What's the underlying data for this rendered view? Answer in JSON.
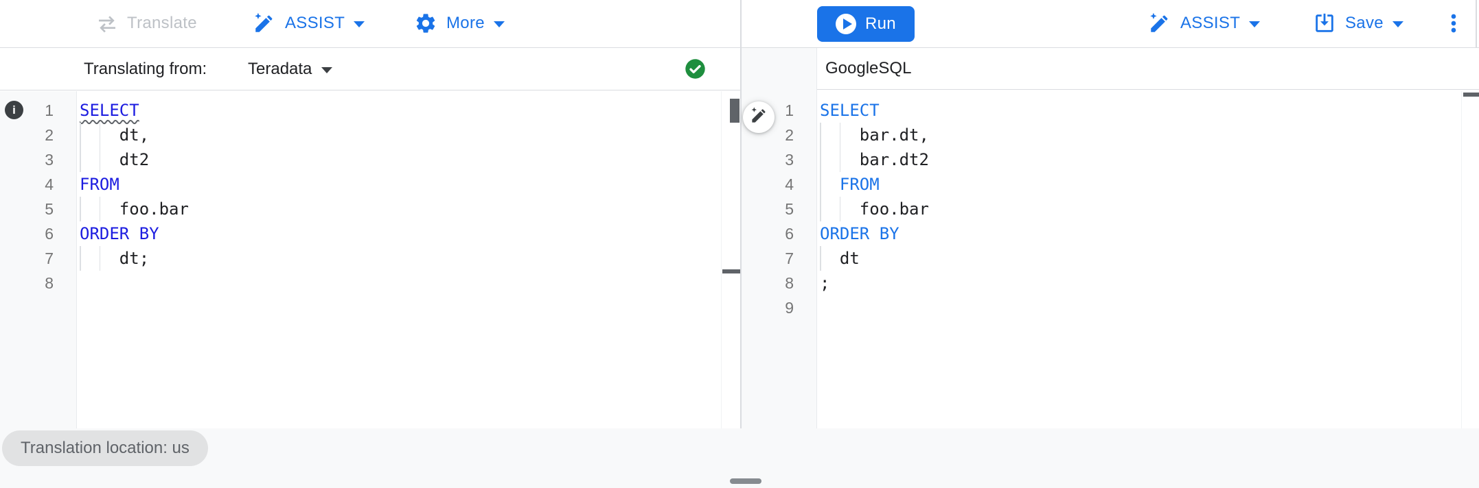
{
  "colors": {
    "accent": "#1a73e8",
    "run-button": "#1a73e8",
    "keyword-left": "#1c1ce0",
    "keyword-right": "#1a73e8",
    "success-green": "#1e8e3e",
    "disabled-gray": "#bdc1c6",
    "code-text": "#202124",
    "line-number-gray": "#757575",
    "squiggle-gray": "#5f6368"
  },
  "toolbar_left": {
    "translate_label": "Translate",
    "assist_label": "ASSIST",
    "more_label": "More",
    "icons": [
      "swap-arrows-icon",
      "sparkle-pen-icon",
      "gear-icon"
    ]
  },
  "toolbar_right": {
    "run_label": "Run",
    "assist_label": "ASSIST",
    "save_label": "Save",
    "icons": [
      "play-circle-icon",
      "sparkle-pen-icon",
      "save-arrow-icon",
      "kebab-menu-icon"
    ]
  },
  "left_panel": {
    "status_label": "Translating from:",
    "dialect_selected": "Teradata",
    "status_icon": "check-circle-icon",
    "annotation_icon": "info-icon",
    "lines": [
      {
        "num": 1,
        "marker": "info",
        "guides": [],
        "segments": [
          {
            "t": "SELECT",
            "kw": true,
            "sq": true
          }
        ]
      },
      {
        "num": 2,
        "guides": [
          0,
          2
        ],
        "segments": [
          {
            "t": "    dt,"
          }
        ]
      },
      {
        "num": 3,
        "guides": [
          0,
          2
        ],
        "segments": [
          {
            "t": "    dt2"
          }
        ]
      },
      {
        "num": 4,
        "guides": [],
        "segments": [
          {
            "t": "FROM",
            "kw": true
          }
        ]
      },
      {
        "num": 5,
        "guides": [
          0,
          2
        ],
        "segments": [
          {
            "t": "    foo.bar"
          }
        ]
      },
      {
        "num": 6,
        "guides": [],
        "segments": [
          {
            "t": "ORDER BY",
            "kw": true
          }
        ]
      },
      {
        "num": 7,
        "guides": [
          0,
          2
        ],
        "segments": [
          {
            "t": "    dt;"
          }
        ]
      },
      {
        "num": 8,
        "guides": [],
        "segments": []
      }
    ]
  },
  "right_panel": {
    "header": "GoogleSQL",
    "floating_button_icon": "sparkle-pen-icon",
    "lines": [
      {
        "num": 1,
        "guides": [],
        "segments": [
          {
            "t": "SELECT",
            "kw": true
          }
        ]
      },
      {
        "num": 2,
        "guides": [
          0,
          2
        ],
        "segments": [
          {
            "t": "    bar.dt,"
          }
        ]
      },
      {
        "num": 3,
        "guides": [
          0,
          2
        ],
        "segments": [
          {
            "t": "    bar.dt2"
          }
        ]
      },
      {
        "num": 4,
        "guides": [
          0
        ],
        "segments": [
          {
            "t": "  "
          },
          {
            "t": "FROM",
            "kw": true
          }
        ]
      },
      {
        "num": 5,
        "guides": [
          0,
          2
        ],
        "segments": [
          {
            "t": "    foo.bar"
          }
        ]
      },
      {
        "num": 6,
        "guides": [],
        "segments": [
          {
            "t": "ORDER BY",
            "kw": true
          }
        ]
      },
      {
        "num": 7,
        "guides": [
          0
        ],
        "segments": [
          {
            "t": "  dt"
          }
        ]
      },
      {
        "num": 8,
        "guides": [],
        "segments": [
          {
            "t": ";"
          }
        ]
      },
      {
        "num": 9,
        "guides": [],
        "segments": []
      }
    ]
  },
  "footer": {
    "location_label": "Translation location: us"
  }
}
